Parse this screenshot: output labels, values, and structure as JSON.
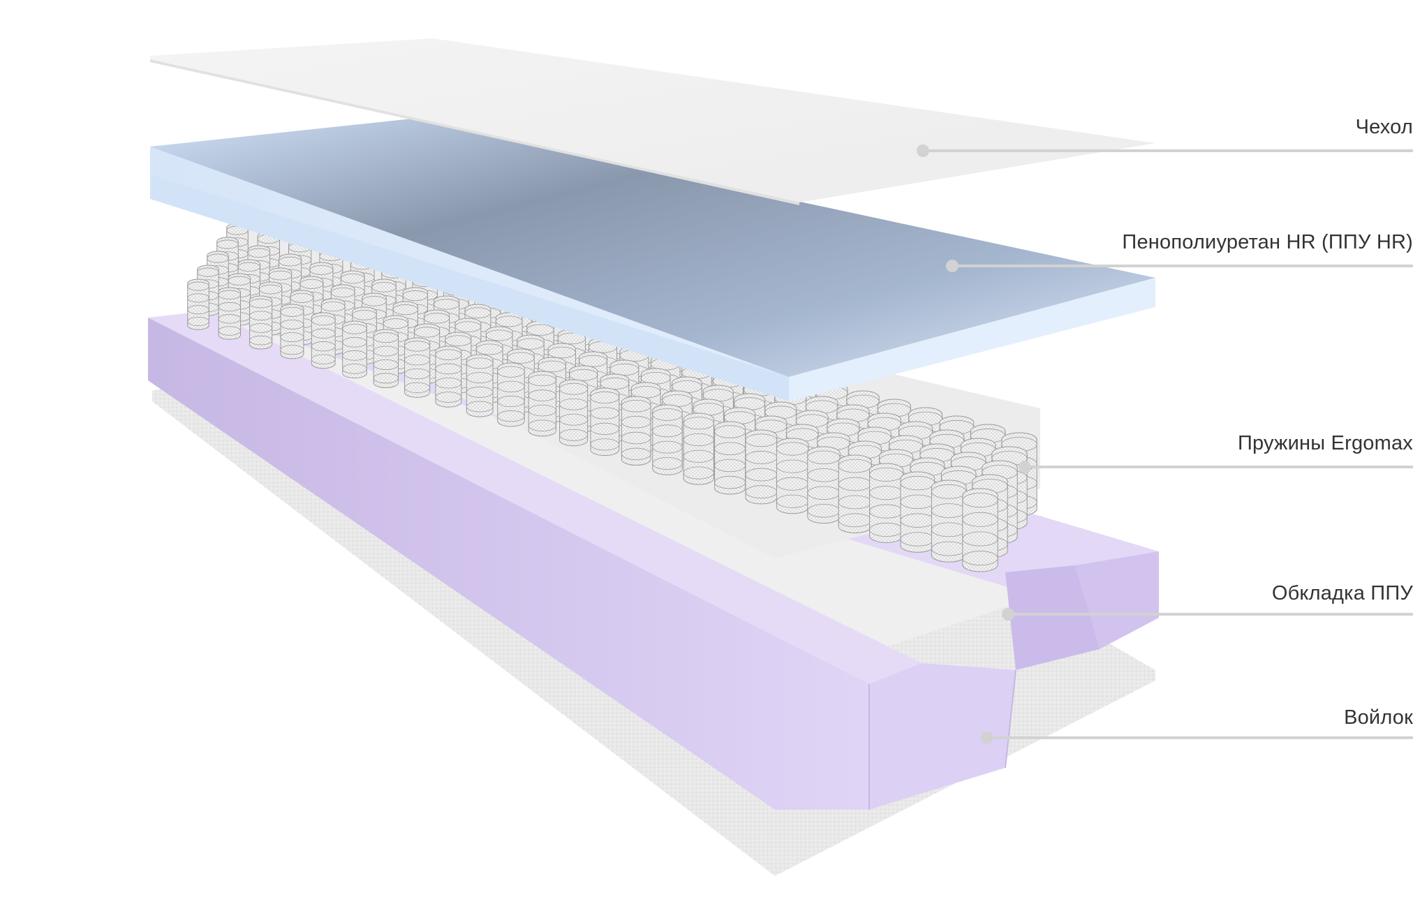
{
  "layers": [
    {
      "key": "cover",
      "label": "Чехол",
      "color": "#f3f3f3"
    },
    {
      "key": "foam",
      "label": "Пенополиуретан HR (ППУ HR)",
      "color": "#b9c7dc"
    },
    {
      "key": "springs",
      "label": "Пружины Ergomax",
      "color": "#d9d9d9"
    },
    {
      "key": "frame",
      "label": "Обкладка ППУ",
      "color": "#d6c8ef"
    },
    {
      "key": "felt",
      "label": "Войлок",
      "color": "#e6e6e6"
    }
  ],
  "colors": {
    "leader_line": "#d2d2d2",
    "text": "#333333",
    "spring_stroke": "#9a9a9a"
  }
}
